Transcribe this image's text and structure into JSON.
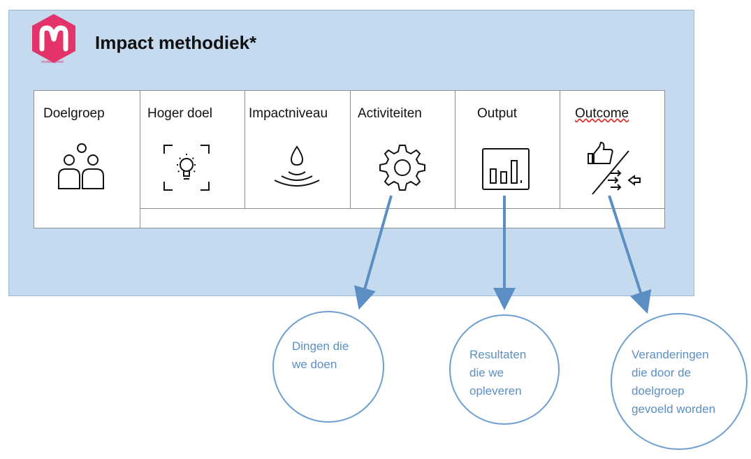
{
  "logo": {
    "caption": "mediawijsheid"
  },
  "title": "Impact methodiek*",
  "columns": [
    {
      "label": "Doelgroep",
      "icon": "users-icon"
    },
    {
      "label": "Hoger doel",
      "icon": "lightbulb-focus-icon"
    },
    {
      "label": "Impactniveau",
      "icon": "water-drop-ripple-icon"
    },
    {
      "label": "Activiteiten",
      "icon": "gear-icon"
    },
    {
      "label": "Output",
      "icon": "bar-chart-icon"
    },
    {
      "label": "Outcome",
      "icon": "thumbs-up-exchange-icon"
    }
  ],
  "bubbles": [
    {
      "text": "Dingen die\nwe doen"
    },
    {
      "text": "Resultaten\ndie we\nopleveren"
    },
    {
      "text": "Veranderingen\ndie door de\ndoelgroep\ngevoeld worden"
    }
  ],
  "colors": {
    "panel": "#c5d9ef",
    "arrow": "#5b8fc4",
    "logo": "#e3336a"
  }
}
